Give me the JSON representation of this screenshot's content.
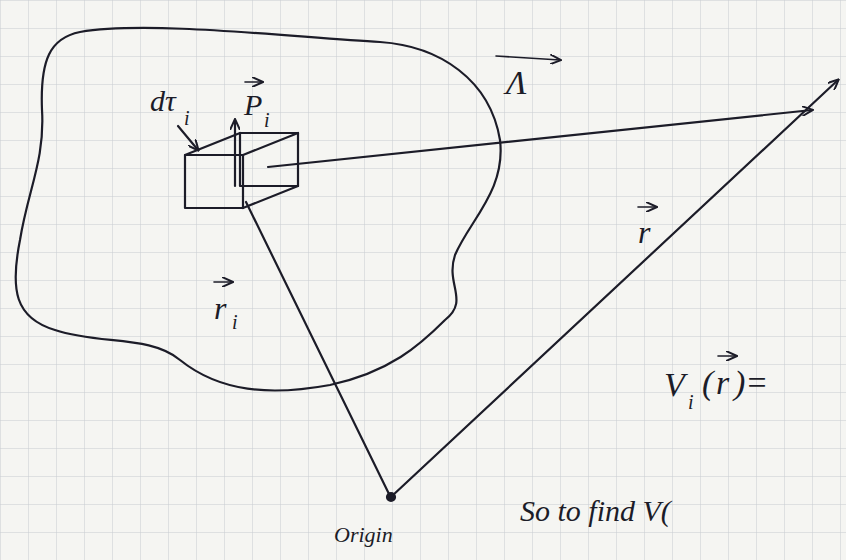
{
  "diagram": {
    "labels": [
      "dτ",
      "i",
      "P",
      "i",
      "Λ",
      "r",
      "i",
      "r",
      "V",
      "i",
      "(",
      "r",
      ")=",
      "So to find V(",
      "Origin"
    ]
  }
}
